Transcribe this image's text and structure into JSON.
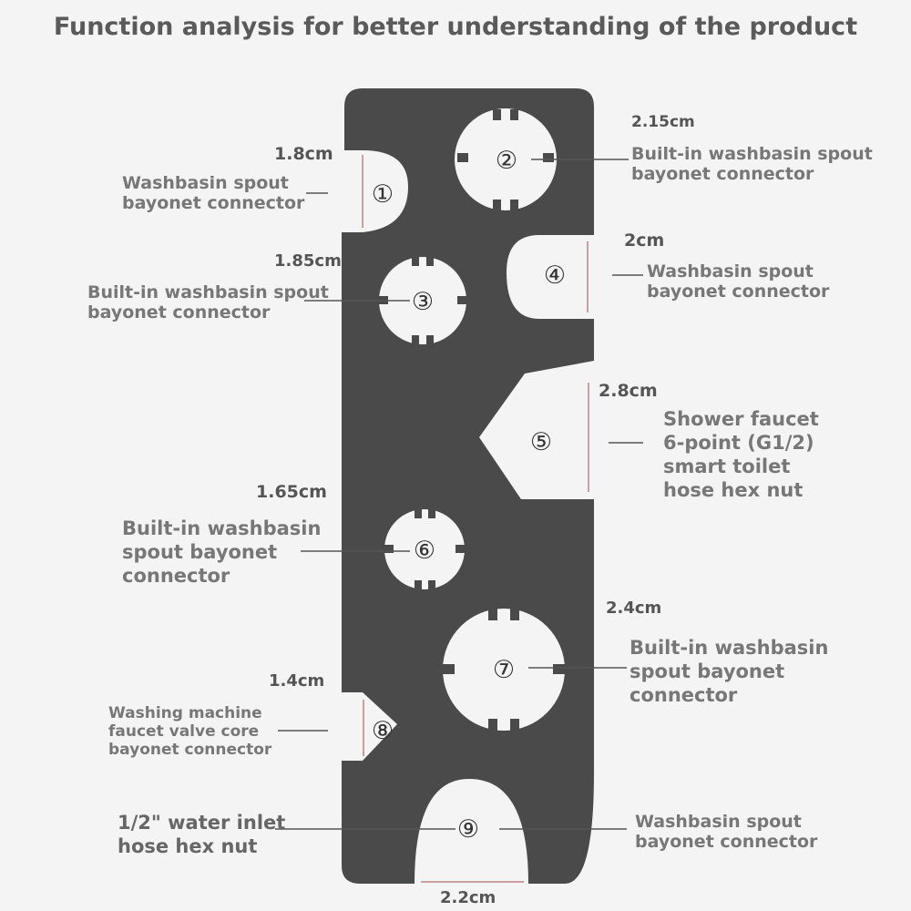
{
  "title": "Function analysis for better understanding of the product",
  "colors": {
    "tool": "#4a4a4a",
    "background": "#f4f4f4",
    "dimension_line": "#c9a0a0",
    "leader": "#555555"
  },
  "features": [
    {
      "number": "①",
      "dimension": "1.8cm",
      "label": [
        "Washbasin spout",
        "bayonet connector"
      ]
    },
    {
      "number": "②",
      "dimension": "2.15cm",
      "label": [
        "Built-in washbasin spout",
        "bayonet connector"
      ]
    },
    {
      "number": "③",
      "dimension": "1.85cm",
      "label": [
        "Built-in washbasin spout",
        "bayonet connector"
      ]
    },
    {
      "number": "④",
      "dimension": "2cm",
      "label": [
        "Washbasin spout",
        "bayonet connector"
      ]
    },
    {
      "number": "⑤",
      "dimension": "2.8cm",
      "label": [
        "Shower faucet",
        "6-point (G1/2)",
        "smart toilet",
        "hose hex nut"
      ]
    },
    {
      "number": "⑥",
      "dimension": "1.65cm",
      "label": [
        "Built-in washbasin",
        "spout bayonet",
        "connector"
      ]
    },
    {
      "number": "⑦",
      "dimension": "2.4cm",
      "label": [
        "Built-in washbasin",
        "spout bayonet",
        "connector"
      ]
    },
    {
      "number": "⑧",
      "dimension": "1.4cm",
      "label": [
        "Washing machine",
        "faucet valve core",
        "bayonet connector"
      ]
    },
    {
      "number": "⑨",
      "dimension": "2.2cm",
      "label_left": [
        "1/2\" water inlet",
        "hose hex nut"
      ],
      "label_right": [
        "Washbasin spout",
        "bayonet connector"
      ]
    }
  ]
}
